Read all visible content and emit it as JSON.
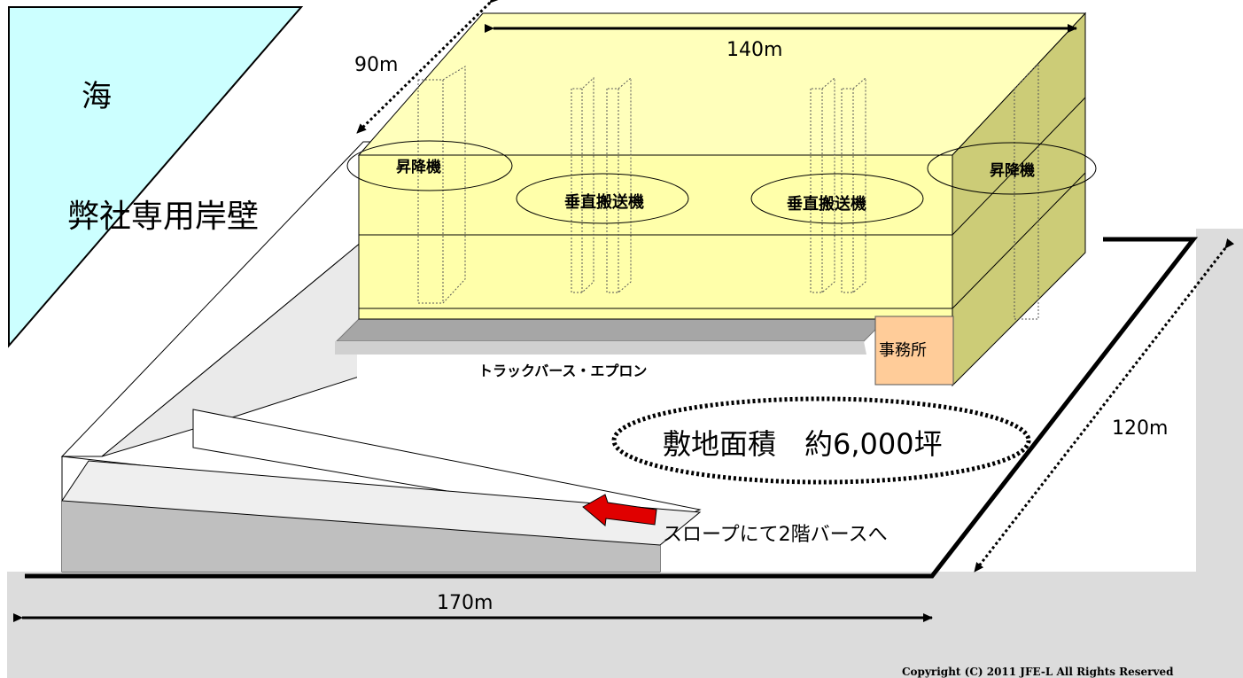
{
  "labels": {
    "sea": "海",
    "quay": "弊社専用岸壁",
    "lift_left": "昇降機",
    "lift_right": "昇降機",
    "vconv_left": "垂直搬送機",
    "vconv_right": "垂直搬送機",
    "office": "事務所",
    "truck_berth": "トラックバース・エプロン",
    "site_area": "敷地面積　約6,000坪",
    "slope_note": "スロープにて2階バースへ"
  },
  "dimensions": {
    "width_top": "140m",
    "depth_left": "90m",
    "depth_right": "120m",
    "width_bottom": "170m"
  },
  "copyright": "Copyright (C) 2011  JFE-L All Rights Reserved",
  "colors": {
    "sea": "#CCFFFF",
    "building_front": "#FFFFAA",
    "building_top": "#FFFFBB",
    "building_side": "#CCCC77",
    "office": "#FFCC99",
    "ground": "#DCDCDC",
    "ramp_shade": "#BFBFBF",
    "arrow": "#E00000"
  }
}
